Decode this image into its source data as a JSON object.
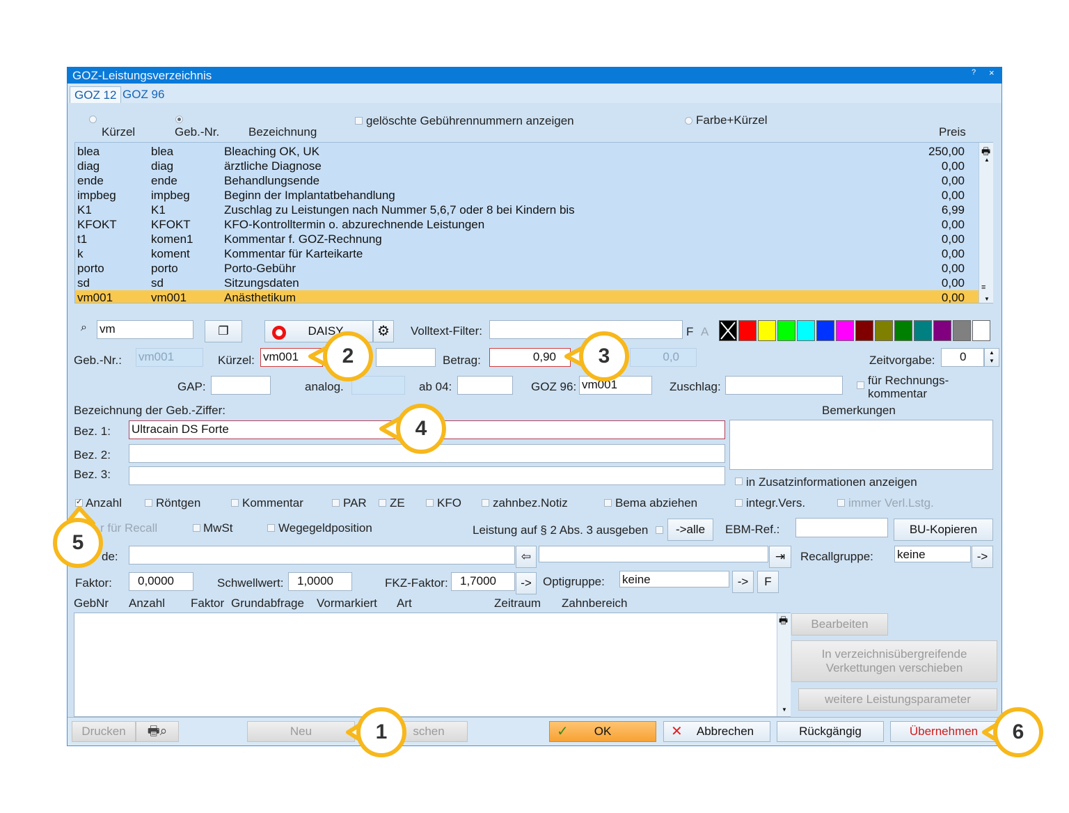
{
  "window": {
    "title": "GOZ-Leistungsverzeichnis",
    "help": "?",
    "close": "×"
  },
  "tabs": [
    "GOZ 12",
    "GOZ 96"
  ],
  "sort": {
    "kuerzel": "Kürzel",
    "gebnr": "Geb.-Nr.",
    "bez": "Bezeichnung",
    "preis": "Preis",
    "deleted": "gelöschte Gebührennummern anzeigen",
    "farbe": "Farbe+Kürzel"
  },
  "rows": [
    {
      "k": "blea",
      "g": "blea",
      "b": "Bleaching OK, UK",
      "p": "250,00"
    },
    {
      "k": "diag",
      "g": "diag",
      "b": "ärztliche Diagnose",
      "p": "0,00"
    },
    {
      "k": "ende",
      "g": "ende",
      "b": "Behandlungsende",
      "p": "0,00"
    },
    {
      "k": "impbeg",
      "g": "impbeg",
      "b": "Beginn der Implantatbehandlung",
      "p": "0,00"
    },
    {
      "k": "K1",
      "g": "K1",
      "b": "Zuschlag zu Leistungen nach Nummer 5,6,7 oder 8 bei Kindern bis",
      "p": "6,99"
    },
    {
      "k": "KFOKT",
      "g": "KFOKT",
      "b": "KFO-Kontrolltermin o. abzurechnende Leistungen",
      "p": "0,00"
    },
    {
      "k": "t1",
      "g": "komen1",
      "b": "Kommentar f. GOZ-Rechnung",
      "p": "0,00"
    },
    {
      "k": "k",
      "g": "koment",
      "b": "Kommentar für Karteikarte",
      "p": "0,00"
    },
    {
      "k": "porto",
      "g": "porto",
      "b": "Porto-Gebühr",
      "p": "0,00"
    },
    {
      "k": "sd",
      "g": "sd",
      "b": "Sitzungsdaten",
      "p": "0,00"
    },
    {
      "k": "vm001",
      "g": "vm001",
      "b": "Anästhetikum",
      "p": "0,00"
    }
  ],
  "search": {
    "value": "vm",
    "daisy": "DAISY",
    "volltext_label": "Volltext-Filter:",
    "volltext_value": "",
    "f": "F",
    "a": "A"
  },
  "colors": [
    "#000000",
    "#ff0000",
    "#ffff00",
    "#00ff00",
    "#00ffff",
    "#0033ff",
    "#ff00ff",
    "#800000",
    "#808000",
    "#008000",
    "#008080",
    "#800080",
    "#808080",
    "#ffffff"
  ],
  "fields": {
    "gebnr_label": "Geb.-Nr.:",
    "gebnr": "vm001",
    "kuerzel_label": "Kürzel:",
    "kuerzel": "vm001",
    "betrag_label": "Betrag:",
    "betrag": "0,90",
    "betrag2": "0,0",
    "zeit_label": "Zeitvorgabe:",
    "zeit": "0",
    "gap_label": "GAP:",
    "analog_label": "analog.",
    "ab04_label": "ab 04:",
    "goz96_label": "GOZ 96:",
    "goz96": "vm001",
    "zuschlag_label": "Zuschlag:",
    "rechnung_label1": "für Rechnungs-",
    "rechnung_label2": "kommentar",
    "bez_header": "Bezeichnung der Geb.-Ziffer:",
    "bemerk": "Bemerkungen",
    "bez1_label": "Bez. 1:",
    "bez1": "Ultracain DS Forte",
    "bez2_label": "Bez. 2:",
    "bez3_label": "Bez. 3:",
    "zusatz": "in Zusatzinformationen anzeigen"
  },
  "checks": {
    "anzahl": "Anzahl",
    "roentgen": "Röntgen",
    "kommentar": "Kommentar",
    "par": "PAR",
    "ze": "ZE",
    "kfo": "KFO",
    "zahnbez": "zahnbez.Notiz",
    "bema": "Bema abziehen",
    "integr": "integr.Vers.",
    "immer": "immer Verl.Lstg.",
    "recall": "r für Recall",
    "mwst": "MwSt",
    "wegegeld": "Wegegeldposition",
    "leistung": "Leistung auf § 2 Abs. 3 ausgeben",
    "alle": "->alle",
    "ebm": "EBM-Ref.:",
    "bu": "BU-Kopieren"
  },
  "row2": {
    "de_label": "de:",
    "recall_label": "Recallgruppe:",
    "recall_value": "keine",
    "arrow": "->"
  },
  "row3": {
    "faktor_label": "Faktor:",
    "faktor": "0,0000",
    "schwell_label": "Schwellwert:",
    "schwell": "1,0000",
    "fkz_label": "FKZ-Faktor:",
    "fkz": "1,7000",
    "arrow": "->",
    "opti_label": "Optigruppe:",
    "opti": "keine",
    "f": "F"
  },
  "grid": {
    "cols": [
      "GebNr",
      "Anzahl",
      "Faktor",
      "Grundabfrage",
      "Vormarkiert",
      "Art",
      "Zeitraum",
      "Zahnbereich"
    ]
  },
  "side": {
    "bearbeiten": "Bearbeiten",
    "verschieben1": "In verzeichnisübergreifende",
    "verschieben2": "Verkettungen verschieben",
    "weitere": "weitere Leistungsparameter"
  },
  "footer": {
    "drucken": "Drucken",
    "neu": "Neu",
    "loeschen": "schen",
    "ok": "OK",
    "abbrechen": "Abbrechen",
    "rueck": "Rückgängig",
    "ueber": "Übernehmen"
  },
  "callouts": [
    "1",
    "2",
    "3",
    "4",
    "5",
    "6"
  ],
  "accent": "#f7b81c"
}
